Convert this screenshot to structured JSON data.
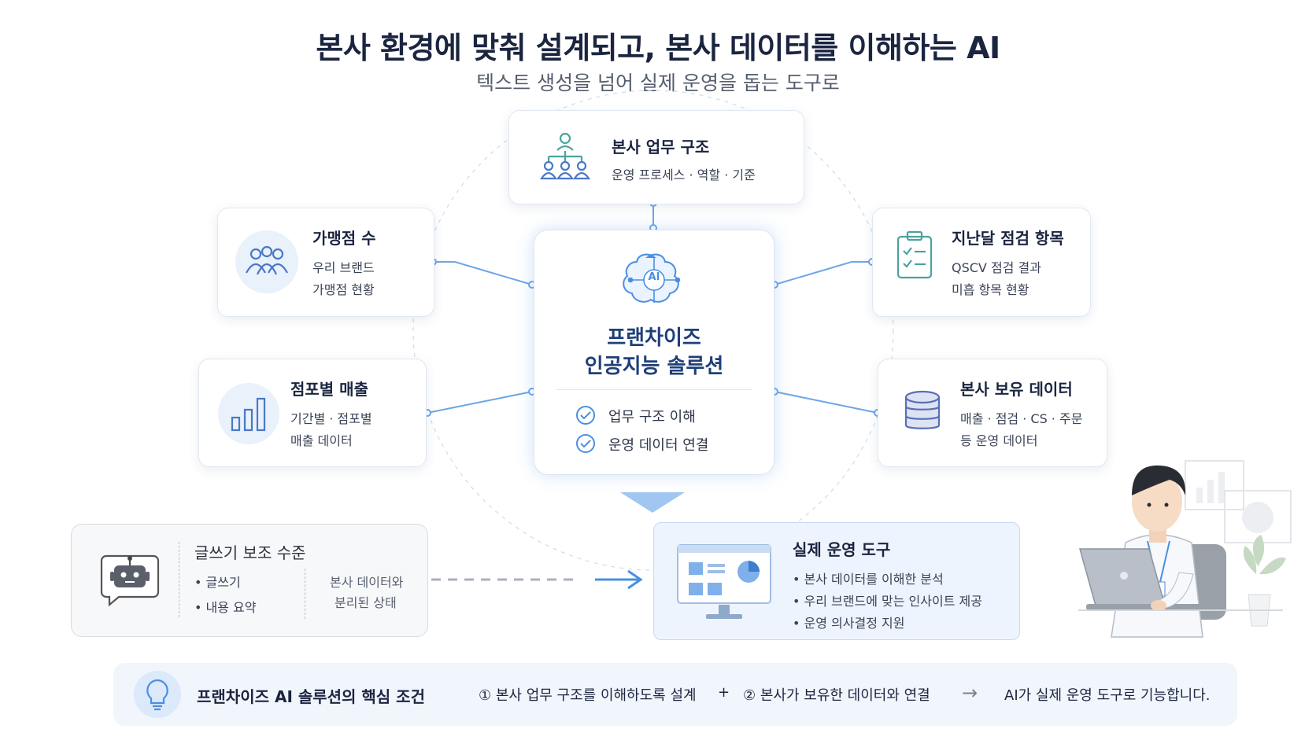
{
  "header": {
    "title": "본사 환경에 맞춰 설계되고, 본사 데이터를 이해하는 AI",
    "subtitle": "텍스트 생성을 넘어 실제 운영을 돕는 도구로"
  },
  "center": {
    "ai_label": "AI",
    "title_line1": "프랜차이즈",
    "title_line2": "인공지능 솔루션",
    "checks": [
      "업무 구조 이해",
      "운영 데이터 연결"
    ]
  },
  "cards": {
    "hq_structure": {
      "title": "본사 업무 구조",
      "line1": "운영 프로세스 · 역할 · 기준"
    },
    "franchise_count": {
      "title": "가맹점 수",
      "line1": "우리 브랜드",
      "line2": "가맹점 현황"
    },
    "store_sales": {
      "title": "점포별 매출",
      "line1": "기간별 · 점포별",
      "line2": "매출 데이터"
    },
    "last_month": {
      "title": "지난달 점검 항목",
      "line1": "QSCV 점검 결과",
      "line2": "미흡 항목 현황"
    },
    "hq_data": {
      "title": "본사 보유 데이터",
      "line1": "매출 · 점검 · CS · 주문",
      "line2": "등 운영 데이터"
    }
  },
  "writing": {
    "title": "글쓰기 보조 수준",
    "items": [
      "• 글쓰기",
      "• 내용 요약"
    ],
    "note_line1": "본사 데이터와",
    "note_line2": "분리된 상태"
  },
  "ops": {
    "title": "실제 운영 도구",
    "items": [
      "• 본사 데이터를 이해한 분석",
      "• 우리 브랜드에 맞는 인사이트 제공",
      "• 운영 의사결정 지원"
    ]
  },
  "footer": {
    "label": "프랜차이즈 AI 솔루션의 핵심 조건",
    "cond1": "① 본사 업무 구조를 이해하도록 설계",
    "plus": "+",
    "cond2": "② 본사가 보유한 데이터와 연결",
    "arrow": "→",
    "result": "AI가 실제 운영 도구로 기능합니다."
  },
  "colors": {
    "accent_blue": "#4a8fe0",
    "navy": "#1f3f7a",
    "teal_icon": "#4aa3a0",
    "light_blue_bg": "#eef4fd"
  }
}
